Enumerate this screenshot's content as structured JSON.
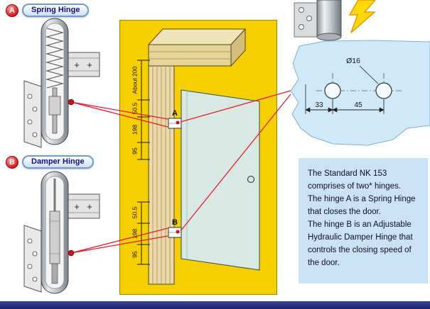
{
  "sections": {
    "spring": {
      "badge": "A",
      "label": "Spring Hinge"
    },
    "damper": {
      "badge": "B",
      "label": "Damper Hinge"
    }
  },
  "marks": {
    "plus": "+"
  },
  "door_diagram": {
    "marker_a": "A",
    "marker_b": "B",
    "dims_top": [
      "About 200",
      "50.5",
      "198",
      "95"
    ],
    "dims_bottom": [
      "50.5",
      "198",
      "95"
    ]
  },
  "template": {
    "hole_diameter": "Ø16",
    "dim_left": "33",
    "dim_right": "45"
  },
  "description": {
    "lines": [
      "The Standard NK 153",
      "comprises of two* hinges.",
      "The hinge A is a Spring Hinge",
      "that closes the door.",
      "The hinge B is an Adjustable",
      "Hydraulic Damper Hinge that",
      "controls the closing speed of",
      "the door."
    ]
  },
  "colors": {
    "accent_red": "#d8101f",
    "panel_yellow": "#f5cf00",
    "panel_blue": "#cfe9f8",
    "bar_navy": "#20287a"
  }
}
